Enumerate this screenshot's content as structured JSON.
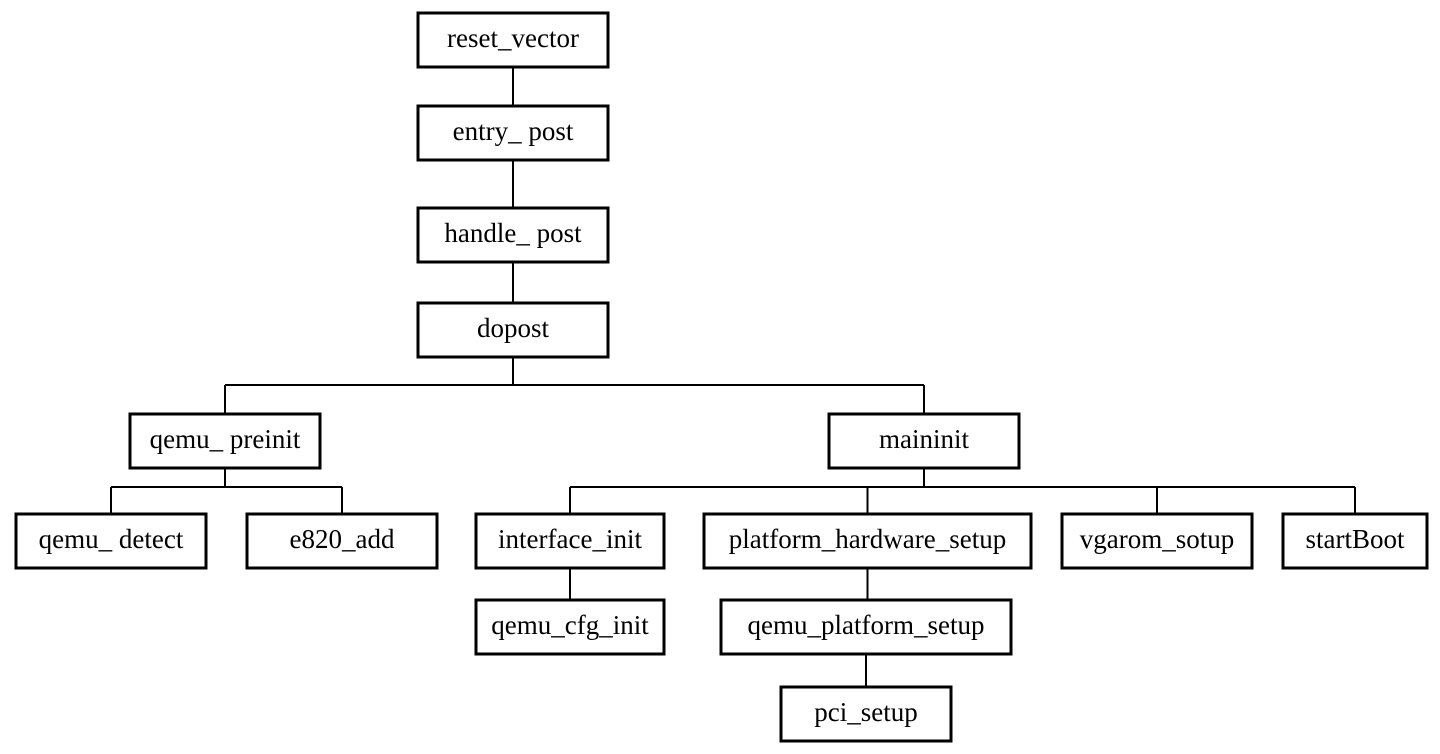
{
  "diagram": {
    "type": "call-tree",
    "colors": {
      "line": "#000000",
      "box_fill": "#ffffff",
      "text": "#000000"
    },
    "nodes": [
      {
        "id": "reset_vector",
        "label": "reset_vector"
      },
      {
        "id": "entry_post",
        "label": "entry_ post"
      },
      {
        "id": "handle_post",
        "label": "handle_ post"
      },
      {
        "id": "dopost",
        "label": "dopost"
      },
      {
        "id": "qemu_preinit",
        "label": "qemu_ preinit"
      },
      {
        "id": "maininit",
        "label": "maininit"
      },
      {
        "id": "qemu_detect",
        "label": "qemu_ detect"
      },
      {
        "id": "e820_add",
        "label": "e820_add"
      },
      {
        "id": "interface_init",
        "label": "interface_init"
      },
      {
        "id": "platform_hardware_setup",
        "label": "platform_hardware_setup"
      },
      {
        "id": "vgarom_sotup",
        "label": "vgarom_sotup"
      },
      {
        "id": "startBoot",
        "label": "startBoot"
      },
      {
        "id": "qemu_cfg_init",
        "label": "qemu_cfg_init"
      },
      {
        "id": "qemu_platform_setup",
        "label": "qemu_platform_setup"
      },
      {
        "id": "pci_setup",
        "label": "pci_setup"
      }
    ],
    "edges": [
      {
        "from": "reset_vector",
        "to": "entry_post"
      },
      {
        "from": "entry_post",
        "to": "handle_post"
      },
      {
        "from": "handle_post",
        "to": "dopost"
      },
      {
        "from": "dopost",
        "to": "qemu_preinit"
      },
      {
        "from": "dopost",
        "to": "maininit"
      },
      {
        "from": "qemu_preinit",
        "to": "qemu_detect"
      },
      {
        "from": "qemu_preinit",
        "to": "e820_add"
      },
      {
        "from": "maininit",
        "to": "interface_init"
      },
      {
        "from": "maininit",
        "to": "platform_hardware_setup"
      },
      {
        "from": "maininit",
        "to": "vgarom_sotup"
      },
      {
        "from": "maininit",
        "to": "startBoot"
      },
      {
        "from": "interface_init",
        "to": "qemu_cfg_init"
      },
      {
        "from": "platform_hardware_setup",
        "to": "qemu_platform_setup"
      },
      {
        "from": "qemu_platform_setup",
        "to": "pci_setup"
      }
    ]
  }
}
